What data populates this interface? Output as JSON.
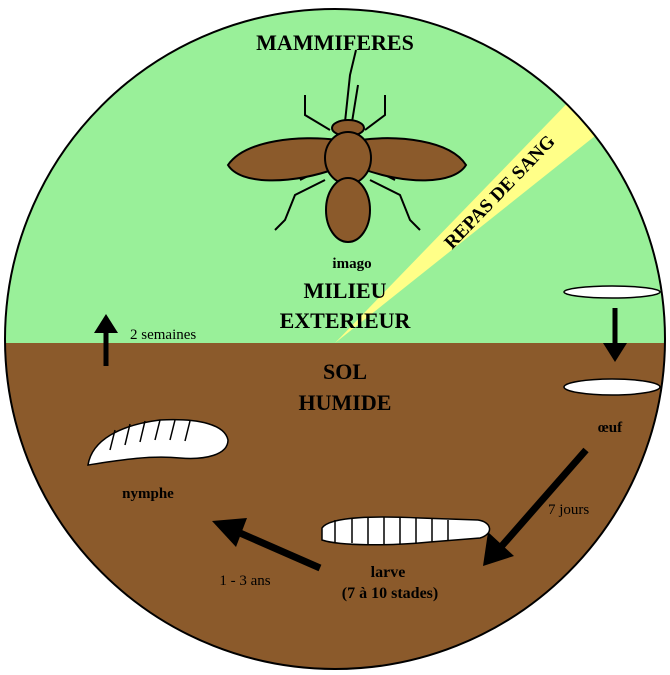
{
  "zones": {
    "upper_title": "MAMMIFERES",
    "upper_sub_1": "MILIEU",
    "upper_sub_2": "EXTERIEUR",
    "lower_title_1": "SOL",
    "lower_title_2": "HUMIDE"
  },
  "banner": "REPAS DE SANG",
  "stages": {
    "adult": "imago",
    "egg": "œuf",
    "larva": "larve",
    "larva_detail": "(7 à 10 stades)",
    "pupa": "nymphe"
  },
  "durations": {
    "egg_to_larva": "7 jours",
    "larva_to_pupa": "1 - 3 ans",
    "pupa_to_adult": "2 semaines"
  },
  "colors": {
    "air": "#99f099",
    "soil": "#8b5a2b",
    "banner": "#ffff88",
    "insect": "#8b5a2b"
  }
}
